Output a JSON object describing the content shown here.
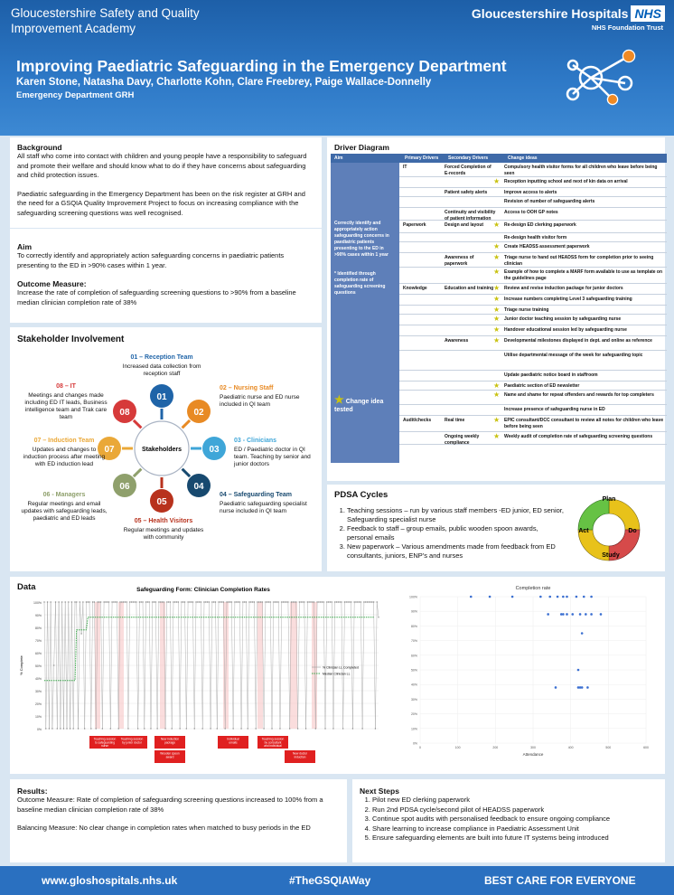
{
  "header": {
    "academy_line1": "Gloucestershire Safety and Quality",
    "academy_line2": "Improvement Academy",
    "trust_name": "Gloucestershire Hospitals",
    "nhs": "NHS",
    "trust_sub": "NHS Foundation Trust",
    "title": "Improving Paediatric Safeguarding in the Emergency Department",
    "authors": "Karen Stone, Natasha Davy, Charlotte Kohn, Clare Freebrey, Paige Wallace-Donnelly",
    "department": "Emergency Department GRH"
  },
  "background": {
    "heading": "Background",
    "para1": "All staff who come into contact with children and young people have a responsibility to safeguard and promote their welfare and should know what to do if they have concerns about safeguarding and child protection issues.",
    "para2": "Paediatric safeguarding in the Emergency Department has been on the risk register at GRH and the need for a GSQIA Quality Improvement Project to focus on increasing compliance with the safeguarding screening questions was well recognised."
  },
  "aim": {
    "heading": "Aim",
    "text": "To correctly identify and appropriately action safeguarding concerns in paediatric patients presenting to the ED in >90% cases within 1 year.",
    "outcome_heading": "Outcome Measure:",
    "outcome_text": "Increase the rate of completion of safeguarding screening questions to >90% from a baseline median clinician completion rate of 38%"
  },
  "stakeholders": {
    "heading": "Stakeholder Involvement",
    "center": "Stakeholders",
    "items": [
      {
        "num": "01",
        "title": "01 – Reception Team",
        "desc": "Increased data collection from reception staff",
        "color": "#1f64a8"
      },
      {
        "num": "02",
        "title": "02 – Nursing Staff",
        "desc": "Paediatric nurse and ED nurse included in QI team",
        "color": "#e88a24"
      },
      {
        "num": "03",
        "title": "03 - Clinicians",
        "desc": "ED / Paediatric doctor in QI team. Teaching by senior and junior doctors",
        "color": "#3fa6d8"
      },
      {
        "num": "04",
        "title": "04 – Safeguarding Team",
        "desc": "Paediatric safeguarding specialist nurse included in QI team",
        "color": "#17496f"
      },
      {
        "num": "05",
        "title": "05 – Health Visitors",
        "desc": "Regular meetings and updates with community",
        "color": "#b8321d"
      },
      {
        "num": "06",
        "title": "06 - Managers",
        "desc": "Regular meetings and email updates with safeguarding leads, paediatric and ED leads",
        "color": "#8fa06c"
      },
      {
        "num": "07",
        "title": "07 – Induction Team",
        "desc": "Updates and changes to induction process after meeting with ED induction lead",
        "color": "#eaa838"
      },
      {
        "num": "08",
        "title": "08 – IT",
        "desc": "Meetings and changes made including ED IT leads, Business intelligence team and Trak care team",
        "color": "#d63a3a"
      }
    ]
  },
  "driver": {
    "heading": "Driver Diagram",
    "col_aim": "Aim",
    "col_primary": "Primary Drivers",
    "col_secondary": "Secondary Drivers",
    "col_change": "Change ideas",
    "aim_text": "Correctly identify and appropriately action safeguarding concerns in paediatric patients presenting to the ED in >90% cases within 1 year",
    "aim_note": "* Identified through completion rate of safeguarding screening questions",
    "legend": "Change idea tested",
    "rows": [
      {
        "primary": "IT",
        "secondary": "Forced Completion of E-records",
        "change": "Compulsory health visitor forms for all children who leave before being seen",
        "star": false
      },
      {
        "primary": "",
        "secondary": "",
        "change": "Reception inputting school and next of kin data on arrival",
        "star": true
      },
      {
        "primary": "",
        "secondary": "Patient safety alerts",
        "change": "Improve access to alerts",
        "star": false
      },
      {
        "primary": "",
        "secondary": "",
        "change": "Revision of number of safeguarding alerts",
        "star": false
      },
      {
        "primary": "",
        "secondary": "Continuity and visibility of patient information",
        "change": "Access to OOH GP notes",
        "star": false
      },
      {
        "primary": "Paperwork",
        "secondary": "Design and layout",
        "change": "Re-design ED clerking paperwork",
        "star": true
      },
      {
        "primary": "",
        "secondary": "",
        "change": "Re-design health visitor form",
        "star": false
      },
      {
        "primary": "",
        "secondary": "",
        "change": "Create HEADSS assessment paperwork",
        "star": true
      },
      {
        "primary": "",
        "secondary": "Awareness of paperwork",
        "change": "Triage nurse to hand out HEADSS form for completion prior to seeing clinician",
        "star": true
      },
      {
        "primary": "",
        "secondary": "",
        "change": "Example of how to complete a MARF form available to use as template on the guidelines page",
        "star": true
      },
      {
        "primary": "Knowledge",
        "secondary": "Education and training",
        "change": "Review and revise induction package for junior doctors",
        "star": true
      },
      {
        "primary": "",
        "secondary": "",
        "change": "Increase numbers completing Level 3 safeguarding training",
        "star": true
      },
      {
        "primary": "",
        "secondary": "",
        "change": "Triage nurse training",
        "star": true
      },
      {
        "primary": "",
        "secondary": "",
        "change": "Junior doctor teaching session by safeguarding nurse",
        "star": true
      },
      {
        "primary": "",
        "secondary": "",
        "change": "Handover educational session led by safeguarding nurse",
        "star": true
      },
      {
        "primary": "",
        "secondary": "Awareness",
        "change": "Developmental milestones displayed in dept. and online as reference",
        "star": true
      },
      {
        "primary": "",
        "secondary": "",
        "change": "Utilise departmental message of the week for safeguarding topic",
        "star": false
      },
      {
        "primary": "",
        "secondary": "",
        "change": "Update paediatric notice board in staffroom",
        "star": false
      },
      {
        "primary": "",
        "secondary": "",
        "change": "Paediatric section of ED newsletter",
        "star": true
      },
      {
        "primary": "",
        "secondary": "",
        "change": "Name and shame for repeat offenders and rewards for top completers",
        "star": true
      },
      {
        "primary": "",
        "secondary": "",
        "change": "Increase presence of safeguarding nurse in ED",
        "star": false
      },
      {
        "primary": "Audit/checks",
        "secondary": "Real time",
        "change": "EPIC consultant/DCC consultant to review all notes for children who leave before being seen",
        "star": true
      },
      {
        "primary": "",
        "secondary": "Ongoing weekly compliance",
        "change": "Weekly audit of completion rate of safeguarding screening questions",
        "star": true
      }
    ]
  },
  "pdsa": {
    "heading": "PDSA Cycles",
    "items": [
      "Teaching sessions – run by various staff members -ED junior, ED senior, Safeguarding specialist nurse",
      "Feedback to staff – group emails, public wooden spoon awards, personal emails",
      "New paperwork – Various amendments made from feedback from ED consultants, juniors, ENP's and nurses"
    ],
    "cycle": {
      "plan": "Plan",
      "do": "Do",
      "study": "Study",
      "act": "Act"
    }
  },
  "data_section": {
    "heading": "Data",
    "run_chart_title": "Safeguarding Form: Clinician Completion Rates",
    "run_legend_1": "% Clinician LL Completed",
    "run_legend_2": "Median Clinician LL",
    "y_label": "% Complete",
    "annotations": [
      "Teaching session to safeguarding nurse",
      "Teaching session by junior doctor",
      "New induction package",
      "Wooden spoon award",
      "Individual emails",
      "Teaching session by consultant and individual emails",
      "New doctor induction"
    ],
    "scatter_title": "Completion rate",
    "scatter_xlabel": "Attendance"
  },
  "chart_data": [
    {
      "type": "line",
      "title": "Safeguarding Form: Clinician Completion Rates",
      "ylabel": "% Complete",
      "ylim": [
        0,
        100
      ],
      "yticks": [
        "0%",
        "10%",
        "20%",
        "30%",
        "40%",
        "50%",
        "60%",
        "70%",
        "80%",
        "90%",
        "100%"
      ],
      "series": [
        {
          "name": "Median Clinician LL",
          "values": [
            38,
            38,
            38,
            38,
            38,
            38,
            38,
            38,
            38,
            38,
            38,
            38,
            38,
            38,
            38,
            38,
            38,
            38,
            38,
            38,
            78,
            78,
            78,
            78,
            78,
            78,
            78,
            88,
            88,
            88,
            88,
            88,
            88,
            88,
            88,
            88,
            88,
            88,
            88,
            88,
            88,
            88,
            88,
            88,
            88,
            88,
            88,
            88,
            88,
            88,
            88,
            88,
            88,
            88,
            88,
            88,
            88,
            88,
            88,
            88,
            88,
            88,
            88,
            88,
            88,
            88,
            88,
            88,
            88,
            88,
            88,
            88,
            88,
            88,
            88,
            88,
            88,
            88,
            88,
            88,
            88,
            88,
            88,
            88,
            88,
            88,
            88,
            88,
            88,
            88,
            88,
            88,
            88,
            88,
            88,
            88,
            88,
            88,
            88,
            88,
            88,
            88,
            88,
            88,
            88,
            88,
            88,
            88,
            88,
            88,
            88,
            88,
            88,
            88,
            88,
            88,
            88,
            88,
            88,
            88,
            88,
            88,
            88,
            88,
            88,
            88,
            88,
            88,
            88,
            88,
            88,
            88,
            88,
            88,
            88,
            88,
            88,
            88,
            88,
            88,
            88,
            88,
            88,
            88,
            88,
            88,
            88,
            88,
            88,
            88,
            88,
            88,
            88,
            88,
            88,
            88,
            88,
            88,
            88,
            88,
            88,
            88,
            88,
            88,
            88,
            88,
            88,
            88,
            88,
            88,
            88,
            88,
            88,
            88,
            88,
            88,
            88,
            88,
            88,
            88,
            88,
            88,
            88,
            88,
            88,
            88,
            88,
            88,
            88,
            88,
            88,
            88,
            88,
            88,
            88,
            88,
            88,
            88,
            88,
            88,
            88,
            88,
            88,
            88,
            88
          ]
        },
        {
          "name": "% Clinician LL Completed",
          "values": [
            100,
            0,
            100,
            0,
            100,
            0,
            50,
            100,
            0,
            100,
            0,
            100,
            0,
            100,
            0,
            100,
            0,
            100,
            0,
            100,
            100,
            0,
            100,
            75,
            100,
            0,
            100,
            100,
            100,
            0,
            100,
            100,
            0,
            100,
            100,
            100,
            0,
            100,
            100,
            100,
            100,
            0,
            100,
            100,
            100,
            100,
            0,
            100,
            100,
            100,
            100,
            100,
            0,
            100,
            100,
            100,
            100,
            100,
            0,
            100,
            100,
            100,
            0,
            100,
            100,
            100,
            0,
            100,
            100,
            100,
            0,
            100,
            100,
            100,
            100,
            0,
            100,
            100,
            100,
            0,
            100,
            100,
            100,
            100,
            0,
            100,
            100,
            100,
            0,
            100,
            100,
            100,
            100,
            0,
            100,
            100,
            100,
            100,
            0,
            100,
            100,
            100,
            100,
            0,
            100,
            100,
            100,
            0,
            100,
            100,
            100,
            100,
            0,
            100,
            100,
            100,
            100,
            0,
            100,
            100,
            100,
            100,
            0,
            100,
            100,
            100,
            0,
            100,
            100,
            100,
            100,
            0,
            100,
            100,
            100,
            100,
            0,
            100,
            100,
            100,
            100,
            0,
            100,
            100,
            100,
            100,
            0,
            100,
            100,
            100,
            100,
            100,
            0,
            100,
            100,
            100,
            100,
            0,
            100,
            100,
            100,
            100,
            0,
            100,
            100,
            100,
            100,
            100,
            0,
            100,
            100,
            100,
            100,
            100,
            0,
            100,
            100,
            100,
            100,
            0,
            100,
            100,
            100,
            100,
            100,
            0,
            100,
            100,
            100,
            100,
            100,
            0,
            100,
            100,
            100,
            100,
            100,
            0,
            100,
            100,
            100,
            100,
            100,
            100,
            100,
            0,
            100,
            88
          ]
        }
      ]
    },
    {
      "type": "scatter",
      "title": "Completion rate",
      "xlabel": "Attendance",
      "ylim": [
        0,
        100
      ],
      "xlim": [
        0,
        600
      ],
      "yticks": [
        "0%",
        "10%",
        "20%",
        "30%",
        "40%",
        "50%",
        "60%",
        "70%",
        "80%",
        "90%",
        "100%"
      ],
      "xticks": [
        "0",
        "100",
        "200",
        "300",
        "400",
        "500",
        "600"
      ],
      "points": [
        [
          135,
          100
        ],
        [
          185,
          100
        ],
        [
          245,
          100
        ],
        [
          320,
          100
        ],
        [
          345,
          100
        ],
        [
          365,
          100
        ],
        [
          380,
          100
        ],
        [
          390,
          100
        ],
        [
          415,
          100
        ],
        [
          435,
          100
        ],
        [
          455,
          100
        ],
        [
          340,
          88
        ],
        [
          375,
          88
        ],
        [
          380,
          88
        ],
        [
          390,
          88
        ],
        [
          405,
          88
        ],
        [
          425,
          88
        ],
        [
          440,
          88
        ],
        [
          455,
          88
        ],
        [
          480,
          88
        ],
        [
          360,
          38
        ],
        [
          420,
          38
        ],
        [
          425,
          38
        ],
        [
          430,
          38
        ],
        [
          445,
          38
        ],
        [
          420,
          50
        ],
        [
          430,
          75
        ]
      ]
    }
  ],
  "results": {
    "heading": "Results:",
    "outcome": "Outcome Measure: Rate of completion of safeguarding screening questions increased to 100% from a baseline median clinician completion rate of 38%",
    "balancing": "Balancing Measure: No clear change in completion rates when matched to busy periods in the ED"
  },
  "next_steps": {
    "heading": "Next Steps",
    "items": [
      "Pilot new ED clerking paperwork",
      "Run 2nd PDSA cycle/second pilot of HEADSS paperwork",
      "Continue spot audits with personalised feedback to ensure ongoing compliance",
      "Share learning to increase compliance in Paediatric Assessment Unit",
      "Ensure safeguarding elements are built into future IT systems being introduced"
    ]
  },
  "footer": {
    "url": "www.gloshospitals.nhs.uk",
    "hashtag": "#TheGSQIAWay",
    "slogan": "BEST CARE FOR EVERYONE"
  },
  "colors": {
    "header_blue": "#2e79c7",
    "footer_blue": "#2a70c0",
    "driver_header": "#3f6aa8",
    "star": "#c9c210"
  }
}
